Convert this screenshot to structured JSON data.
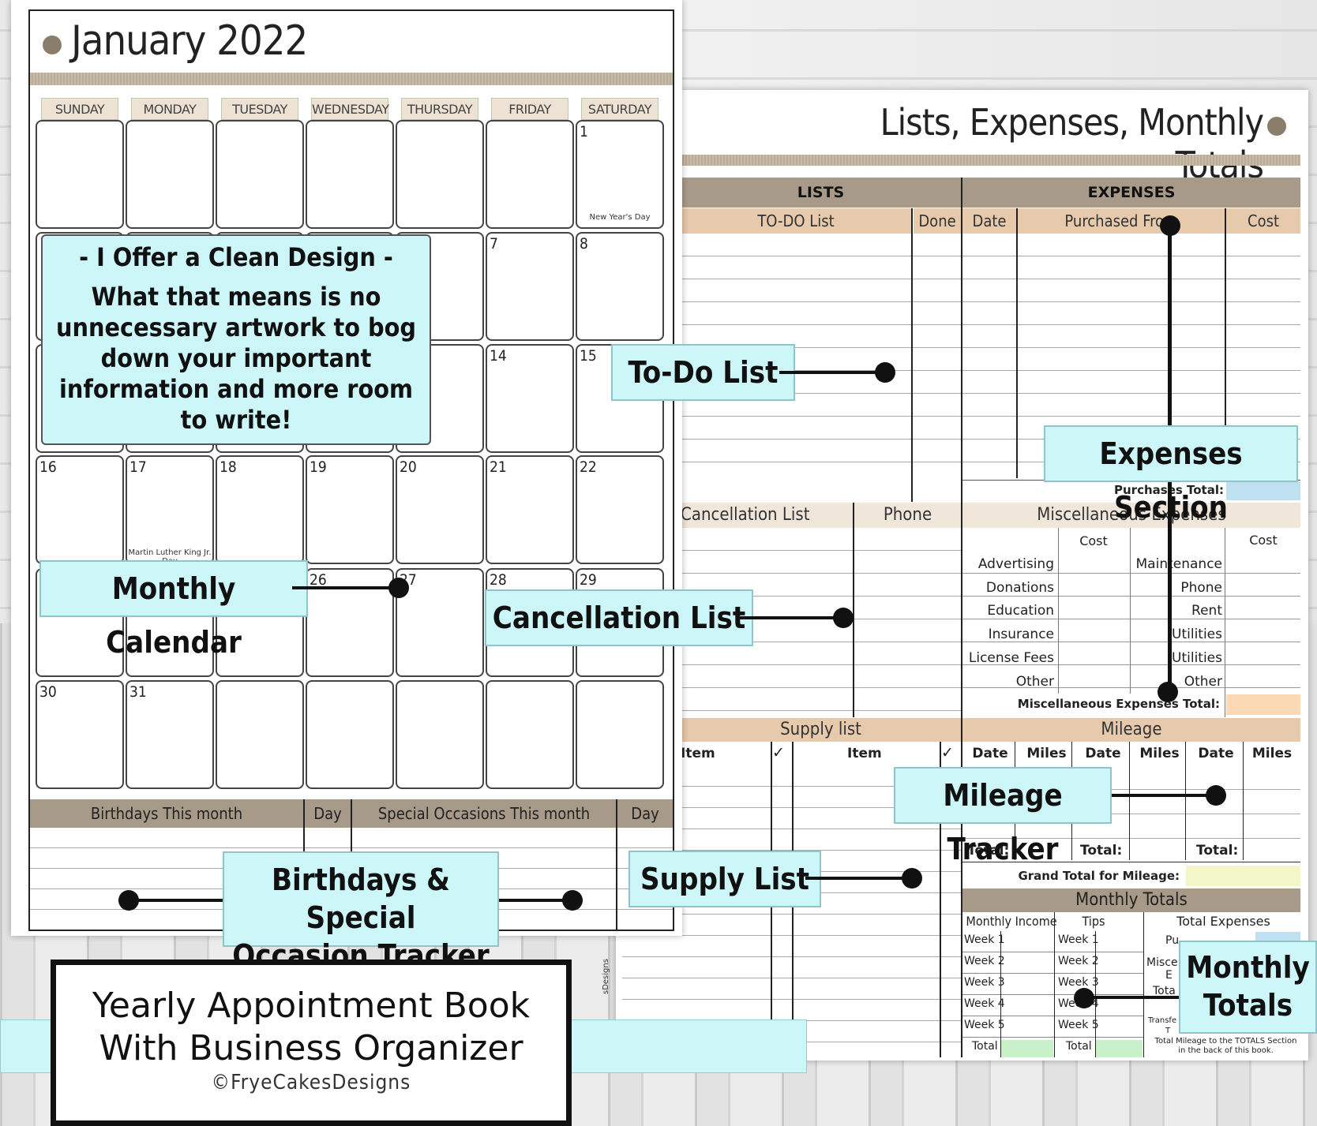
{
  "calendar": {
    "title": "January 2022",
    "weekdays": [
      "SUNDAY",
      "MONDAY",
      "TUESDAY",
      "WEDNESDAY",
      "THURSDAY",
      "FRIDAY",
      "SATURDAY"
    ],
    "days": [
      {
        "n": "1",
        "note": "New Year's Day"
      },
      {
        "n": "7"
      },
      {
        "n": "8"
      },
      {
        "n": "14"
      },
      {
        "n": "15"
      },
      {
        "n": "16"
      },
      {
        "n": "17",
        "note": "Martin Luther King Jr. Day"
      },
      {
        "n": "18"
      },
      {
        "n": "19"
      },
      {
        "n": "20"
      },
      {
        "n": "21"
      },
      {
        "n": "22"
      },
      {
        "n": "26"
      },
      {
        "n": "27"
      },
      {
        "n": "28"
      },
      {
        "n": "29"
      },
      {
        "n": "30"
      },
      {
        "n": "31"
      }
    ],
    "footer": {
      "birthdays": "Birthdays This month",
      "day1": "Day",
      "special": "Special Occasions This month",
      "day2": "Day"
    }
  },
  "organizer": {
    "title": "Lists, Expenses, Monthly Totals",
    "lists_header": "LISTS",
    "expenses_header": "EXPENSES",
    "todo": "TO-DO List",
    "done": "Done",
    "date": "Date",
    "purchased_from": "Purchased From",
    "cost": "Cost",
    "purchases_total": "Purchases Total:",
    "cancellation": "Cancellation List",
    "phone": "Phone",
    "misc_header": "Miscellaneous Expenses",
    "misc_cost1": "Cost",
    "misc_cost2": "Cost",
    "misc_left": [
      "Advertising",
      "Donations",
      "Education",
      "Insurance",
      "License Fees",
      "Other"
    ],
    "misc_right": [
      "Maintenance",
      "Phone",
      "Rent",
      "Utilities",
      "Utilities",
      "Other"
    ],
    "misc_total": "Miscellaneous Expenses Total:",
    "supply": "Supply list",
    "item1": "Item",
    "item2": "Item",
    "check": "✓",
    "mileage": "Mileage",
    "mileage_cols": [
      "Date",
      "Miles",
      "Date",
      "Miles",
      "Date",
      "Miles"
    ],
    "total_label": "Total:",
    "grand_total": "Grand Total for Mileage:",
    "monthly_totals": "Monthly Totals",
    "monthly_income": "Monthly Income",
    "tips": "Tips",
    "total_expenses": "Total Expenses",
    "weeks": [
      "Week 1",
      "Week 2",
      "Week 3",
      "Week 4",
      "Week 5"
    ],
    "total": "Total",
    "side_credit": "sDesigns",
    "totals_note": "Total Mileage to the TOTALS Section in the back of this book.",
    "exp_partial": [
      "Pu",
      "Misce",
      "E",
      "Tota",
      "Transfe",
      "T"
    ]
  },
  "callouts": {
    "clean_design_title": "- I Offer a Clean Design -",
    "clean_design_body": "What that means is no unnecessary artwork to bog down your important information and more room to write!",
    "todo_list": "To-Do List",
    "expenses_section": "Expenses Section",
    "monthly_calendar": "Monthly Calendar",
    "cancellation_list": "Cancellation List",
    "mileage_tracker": "Mileage Tracker",
    "birthdays_line1": "Birthdays & Special",
    "birthdays_line2": "Occasion Tracker",
    "supply_list": "Supply List",
    "monthly_totals_line1": "Monthly",
    "monthly_totals_line2": "Totals"
  },
  "banner": {
    "line1": "Yearly Appointment Book",
    "line2": "With Business Organizer",
    "credit": "©FryeCakesDesigns"
  },
  "colors": {
    "accent_cyan": "#ccf6f8",
    "tan": "#a89a88",
    "peach": "#e7c9ac",
    "light_blue": "#bfe0f0",
    "light_orange": "#fbd9b5",
    "light_yellow": "#f3f7c8",
    "light_green": "#c9f1c9"
  }
}
